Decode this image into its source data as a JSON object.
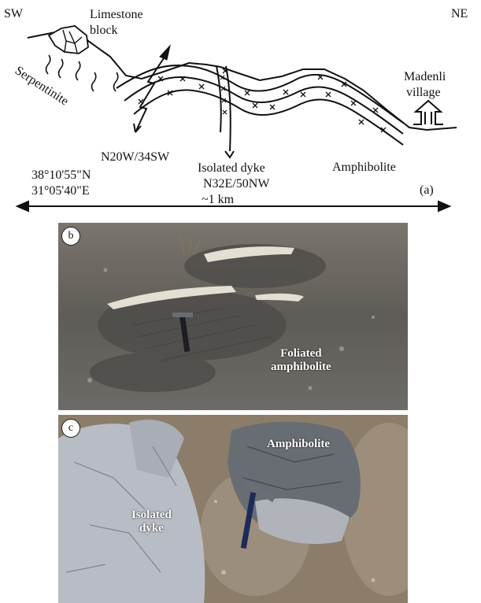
{
  "panel_a": {
    "direction_left": "SW",
    "direction_right": "NE",
    "limestone_line1": "Limestone",
    "limestone_line2": "block",
    "serpentinite": "Serpentinite",
    "village_line1": "Madenli",
    "village_line2": "village",
    "fault_attitude": "N20W/34SW",
    "dyke_line1": "Isolated dyke",
    "dyke_line2": "N32E/50NW",
    "amphibolite": "Amphibolite",
    "lat": "38°10'55\"N",
    "lon": "31°05'40\"E",
    "scale": "~1 km",
    "panel_tag": "(a)"
  },
  "panel_b": {
    "tag": "b",
    "label_line1": "Foliated",
    "label_line2": "amphibolite"
  },
  "panel_c": {
    "tag": "c",
    "label_amphibolite": "Amphibolite",
    "label_dyke_line1": "Isolated",
    "label_dyke_line2": "dyke"
  }
}
